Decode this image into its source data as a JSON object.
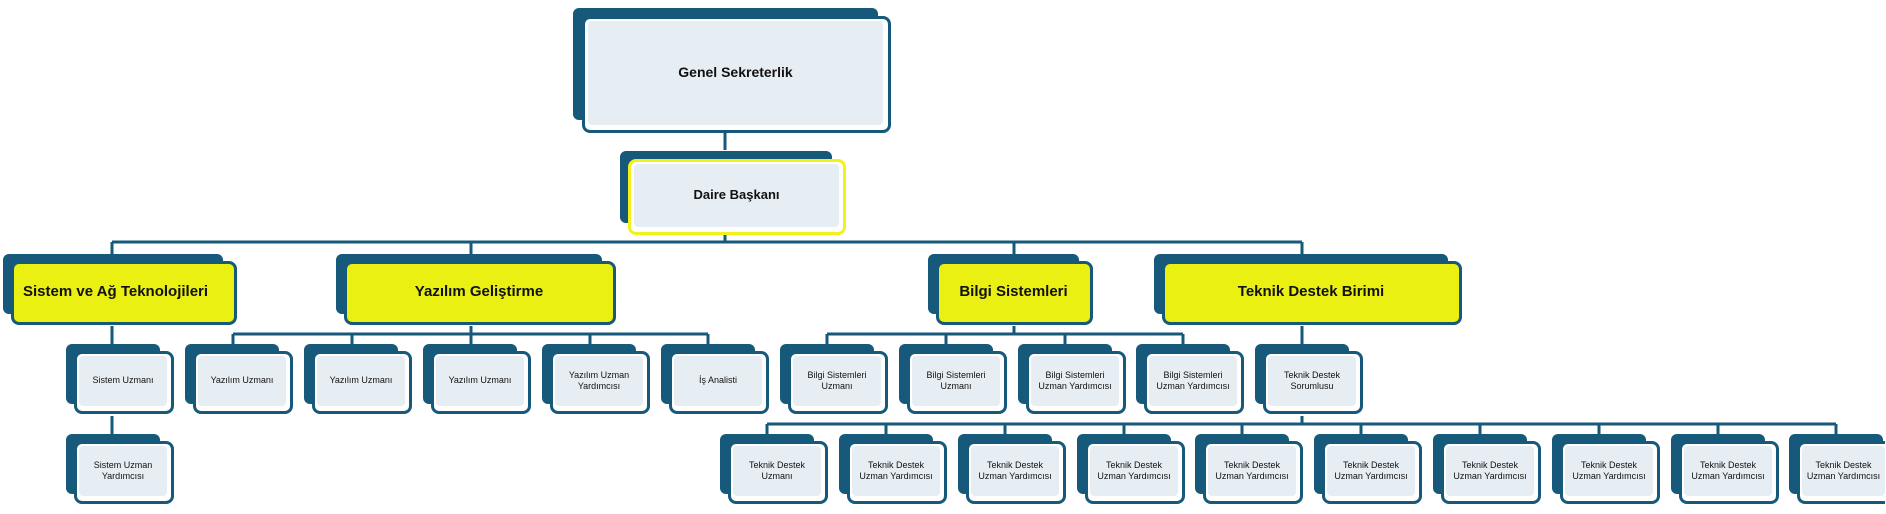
{
  "chart": {
    "colors": {
      "line": "#17597a",
      "box_fill": "#e7eef3",
      "highlight": "#eaf011",
      "highlight_border": "#f2f21a"
    },
    "nodes": {
      "genel_sekreterlik": "Genel Sekreterlik",
      "daire_baskani": "Daire Başkanı",
      "sistem_ag": "Sistem ve Ağ Teknolojileri",
      "yazilim_gelistirme": "Yazılım Geliştirme",
      "bilgi_sistemleri": "Bilgi Sistemleri",
      "teknik_destek_birimi": "Teknik Destek Birimi",
      "sistem_uzmani": "Sistem Uzmanı",
      "sistem_uzman_yardimcisi": "Sistem Uzman Yardımcısı",
      "yazilim_uzmani_1": "Yazılım Uzmanı",
      "yazilim_uzmani_2": "Yazılım Uzmanı",
      "yazilim_uzmani_3": "Yazılım Uzmanı",
      "yazilim_uzman_yardimcisi": "Yazılım Uzman Yardımcısı",
      "is_analisti": "İş Analisti",
      "bilgi_sistemleri_uzmani_1": "Bilgi Sistemleri Uzmanı",
      "bilgi_sistemleri_uzmani_2": "Bilgi Sistemleri Uzmanı",
      "bilgi_sistemleri_uzman_yardimcisi_1": "Bilgi Sistemleri Uzman Yardımcısı",
      "bilgi_sistemleri_uzman_yardimcisi_2": "Bilgi Sistemleri Uzman Yardımcısı",
      "teknik_destek_sorumlusu": "Teknik Destek Sorumlusu",
      "teknik_destek_uzmani": "Teknik Destek Uzmanı",
      "teknik_destek_uzman_yardimcisi": "Teknik Destek Uzman Yardımcısı"
    }
  }
}
